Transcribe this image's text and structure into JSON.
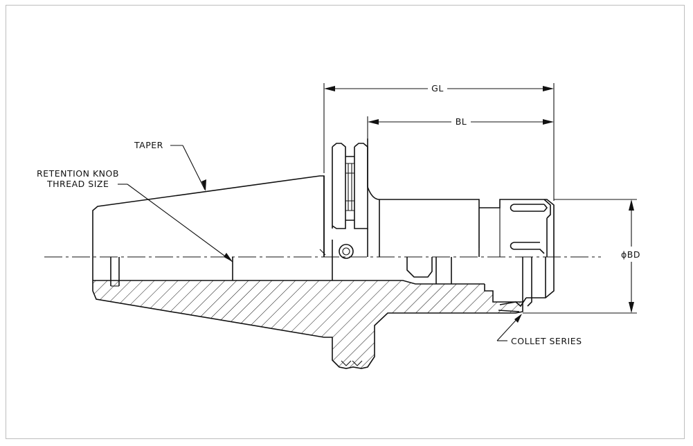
{
  "labels": {
    "taper": "TAPER",
    "retention_knob_line1": "RETENTION KNOB",
    "retention_knob_line2": "THREAD SIZE",
    "gl": "GL",
    "bl": "BL",
    "bd": "ϕBD",
    "collet_series": "COLLET SERIES"
  },
  "colors": {
    "line": "#111111",
    "frame": "#bdbdbd"
  }
}
